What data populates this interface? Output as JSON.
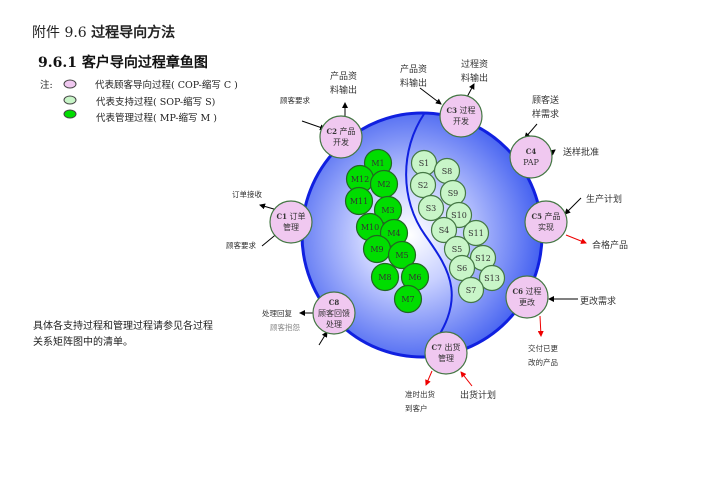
{
  "heading": {
    "prefix": "附件 9.6",
    "title": "过程导向方法"
  },
  "subheading": "9.6.1 客户导向过程章鱼图",
  "legend": {
    "label": "注:",
    "items": [
      {
        "text": "代表顾客导向过程( COP-缩写 C )",
        "color": "#f0c8f0"
      },
      {
        "text": "代表支持过程( SOP-缩写 S)",
        "color": "#c8f5c8"
      },
      {
        "text": "代表管理过程( MP-缩写 M )",
        "color": "#00dd00"
      }
    ]
  },
  "note": "具体各支持过程和管理过程请参见各过程关系矩阵图中的清单。",
  "colors": {
    "sphere": "#2a3fe0",
    "cop": "#f0c8f0",
    "sop": "#c8f5c8",
    "mp": "#00dd00"
  },
  "cop": [
    {
      "id": "C1",
      "name": "订单管理"
    },
    {
      "id": "C2",
      "name": "产品开发"
    },
    {
      "id": "C3",
      "name": "过程开发"
    },
    {
      "id": "C4",
      "name": "PAP"
    },
    {
      "id": "C5",
      "name": "产品实现"
    },
    {
      "id": "C6",
      "name": "过程更改"
    },
    {
      "id": "C7",
      "name": "出货管理"
    },
    {
      "id": "C8",
      "name": "顾客回馈处理"
    }
  ],
  "mp": [
    "M1",
    "M12",
    "M2",
    "M11",
    "M3",
    "M10",
    "M4",
    "M9",
    "M5",
    "M8",
    "M6",
    "M7"
  ],
  "sop": [
    "S1",
    "S8",
    "S2",
    "S9",
    "S3",
    "S10",
    "S4",
    "S11",
    "S5",
    "S12",
    "S6",
    "S13",
    "S7"
  ],
  "io": {
    "c2_in": "顾客要求",
    "c2_out": "产品资料输出",
    "c3_in": "产品资料输出",
    "c3_out": "过程资料输出",
    "c4_in": "顾客送样需求",
    "c4_out": "送样批准",
    "c5_in": "生产计划",
    "c5_out": "合格产品",
    "c6_in": "更改需求",
    "c6_out": "交付已更改的产品",
    "c7_in": "出货计划",
    "c7_out": "准时出货到客户",
    "c8_out": "处理回复",
    "c8_in": "顾客抱怨",
    "c1_out": "订单接收",
    "c1_in": "顾客要求"
  }
}
